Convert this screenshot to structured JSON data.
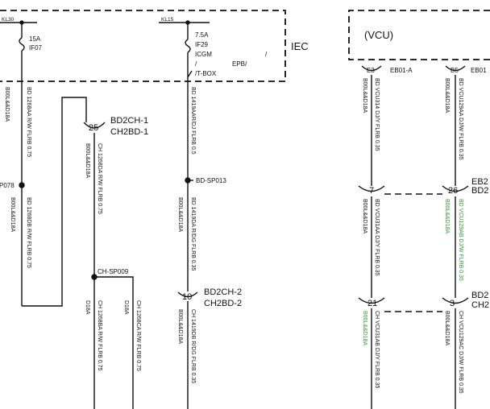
{
  "fuses": {
    "f1": {
      "rail": "KL30",
      "rating": "15A",
      "id": "IF07"
    },
    "f2": {
      "rail": "KL15",
      "rating": "7.5A",
      "id": "IF29",
      "line3": "ICGM",
      "line4": "/",
      "line5": "/T-BOX",
      "extra_epb": "EPB/",
      "extra_slash": "/"
    }
  },
  "boxes": {
    "iec": "IEC",
    "vcu": "(VCU)"
  },
  "connectors": {
    "c25": {
      "pin": "25",
      "name1": "BD2CH-1",
      "name2": "CH2BD-1"
    },
    "c10": {
      "pin": "10",
      "name1": "BD2CH-2",
      "name2": "CH2BD-2"
    },
    "e3": {
      "pin": "E3",
      "name": "EB01-A"
    },
    "b5": {
      "pin": "B5",
      "name": "EB01"
    },
    "p7": {
      "pin": "7"
    },
    "p26": {
      "pin": "26",
      "name1": "EB2",
      "name2": "BD2"
    },
    "p21": {
      "pin": "21"
    },
    "p3": {
      "pin": "3",
      "name1": "BD2",
      "name2": "CH2"
    }
  },
  "splices": {
    "sp078": "P078",
    "sp013": "BD-SP013",
    "sp009": "CH-SP009"
  },
  "wires": {
    "w1": "BD 1268AA R/W FLRB 0.75",
    "w1b": "B00L&&D18A",
    "w2": "BD 1268DB R/W FLRB 0.75",
    "w2b": "B00L&&D18A",
    "w3": "CH 1268DA R/W FLRB 0.75",
    "w3b": "B00L&&D18A",
    "w4": "CH 1268BA R/W FLRB 0.75",
    "w4b": "D18A",
    "w5": "CH 1268CA R/W FLRB 0.75",
    "w5b": "D18A",
    "w6": "BD 1419AAR/DJ FLRB 0.5",
    "w7": "BD 1419DA R/DG FLRB 0.35",
    "w7b": "B00L&&D18A",
    "w8": "CH 1419DB R/DG FLRB 0.35",
    "w8b": "B00L&&D18A",
    "w9": "BD VCU314 DJ/Y FLRB 0.35",
    "w9b": "B00L&&D18A",
    "w10": "BD VCU129AA DJ/W FLRB 0.35",
    "w10b": "B00L&&D18A",
    "w11": "BD VCU31AA DJ/Y FLRB 0.35",
    "w11b": "B00L&&D18A",
    "w12": "BD VCU129AB DJ/W FLRB 0.35",
    "w12b": "B00L&&D18A",
    "w13": "CH VCU31AB DJ/Y FLRB 0.35",
    "w13b": "B00L&&D18A",
    "w14": "CH VCU129AC DJ/W FLRB 0.35",
    "w14b": "B00L&&D18A"
  },
  "colors": {
    "line": "#111111",
    "highlight": "#2e9a2e"
  }
}
